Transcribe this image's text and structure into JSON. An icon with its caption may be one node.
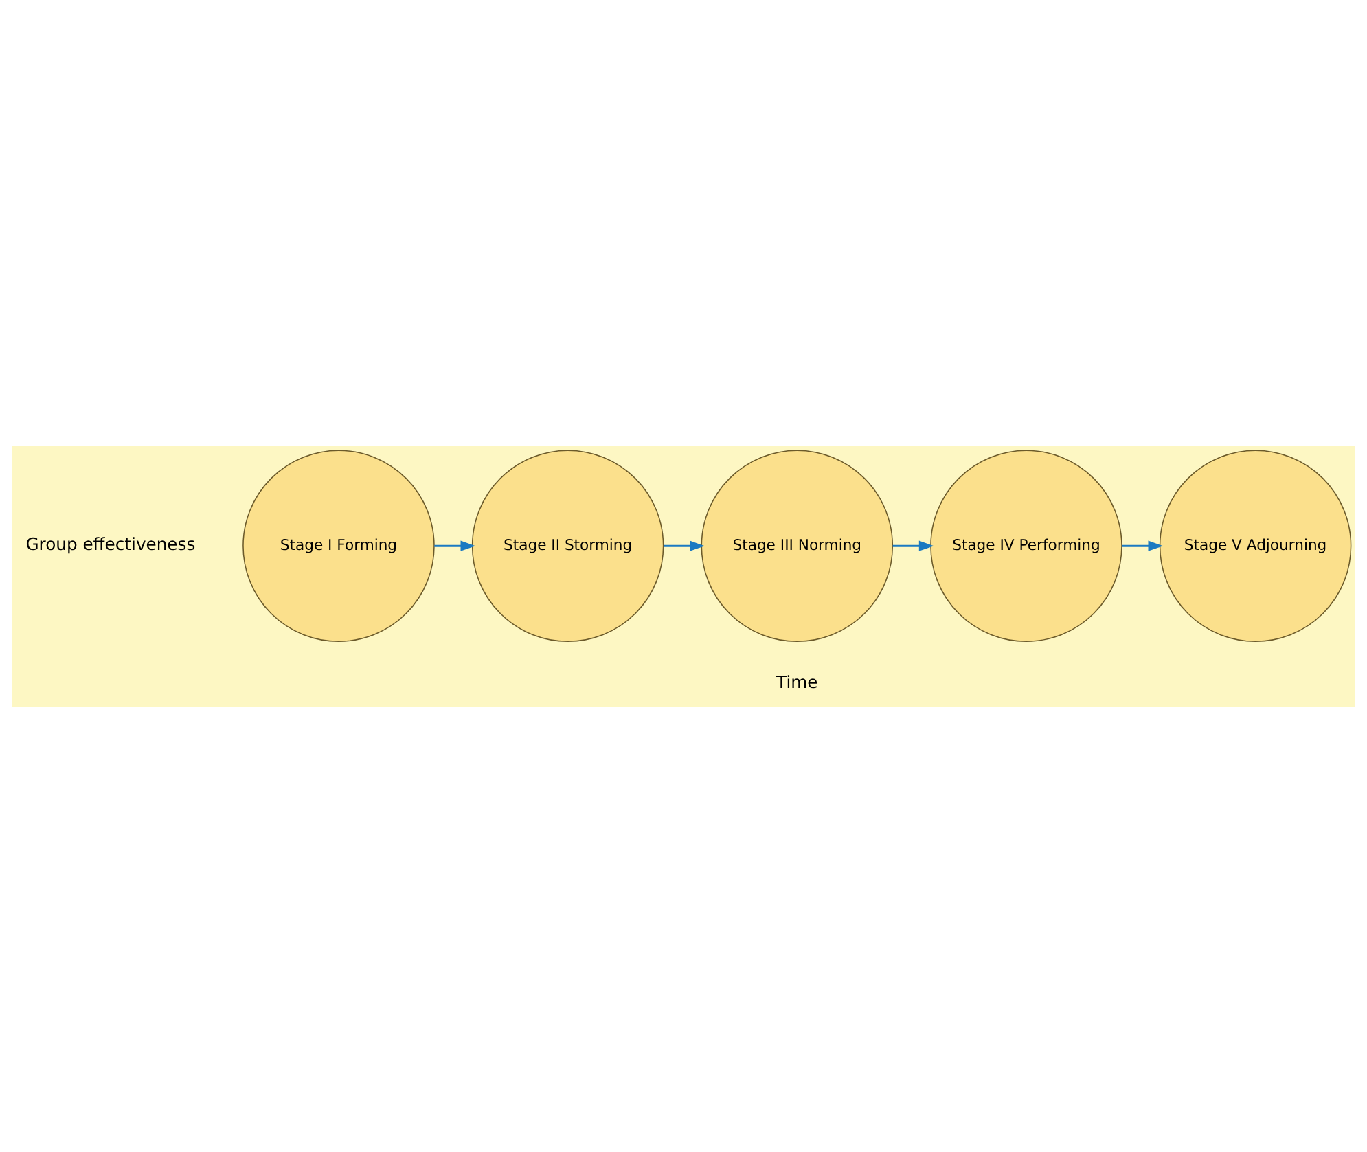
{
  "diagram": {
    "nodes": [
      {
        "text": [
          "Stage I Forming"
        ]
      },
      {
        "text": [
          "Stage II Storming"
        ]
      },
      {
        "text": [
          "Stage III Norming"
        ]
      },
      {
        "text": [
          "Stage IV Performing"
        ]
      },
      {
        "text": [
          "Stage V Adjourning"
        ]
      }
    ],
    "edges": [
      {
        "from": 0,
        "to": 1,
        "arrow": "to"
      },
      {
        "from": 1,
        "to": 2,
        "arrow": "to"
      },
      {
        "from": 2,
        "to": 3,
        "arrow": "to"
      },
      {
        "from": 3,
        "to": 4,
        "arrow": "to"
      }
    ],
    "labels": [
      "Group effectiveness",
      "Time"
    ]
  }
}
